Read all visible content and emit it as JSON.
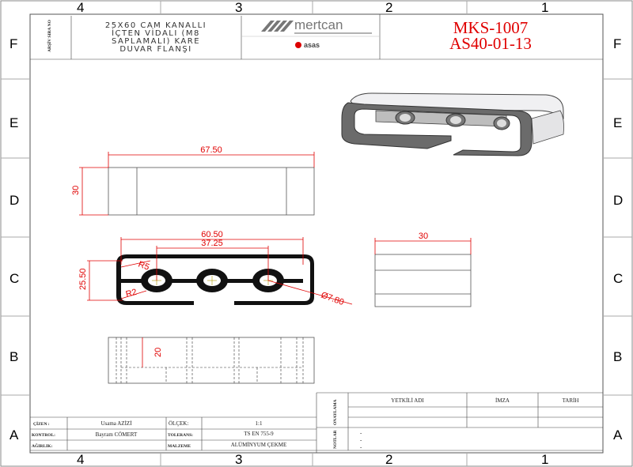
{
  "zones": {
    "columns": [
      "4",
      "3",
      "2",
      "1"
    ],
    "rows": [
      "F",
      "E",
      "D",
      "C",
      "B",
      "A"
    ]
  },
  "header": {
    "archive_label": "ARŞİV SIRA NO",
    "title_lines": [
      "25X60 CAM KANALLI",
      "İÇTEN VİDALI (M8",
      "SAPLAMALI) KARE",
      "DUVAR FLANŞI"
    ],
    "logo_main": "mertcan",
    "logo_secondary": "asas",
    "part_code": "MKS-1007",
    "ref_code": "AS40-01-13"
  },
  "dimensions": {
    "top_width": "67.50",
    "top_height": "30",
    "front_outer": "60.50",
    "front_hole_spacing": "37.25",
    "front_height": "25.50",
    "radius_outer": "R5",
    "radius_inner": "R2",
    "hole_diameter": "Ø7.80",
    "side_width": "30",
    "bottom_depth": "20"
  },
  "title_block": {
    "drawn_label": "ÇİZEN :",
    "drawn_value": "Usama AZİZİ",
    "scale_label": "ÖLÇEK:",
    "scale_value": "1:1",
    "checked_label": "KONTROL:",
    "checked_value": "Bayram CÖMERT",
    "tolerance_label": "TOLERANS:",
    "tolerance_value": "TS EN 755-9",
    "weight_label": "AĞIRLIK:",
    "weight_value": "",
    "material_label": "MALZEME",
    "material_value": "ALÜMİNYUM ÇEKME",
    "approval_label": "ONAYLAMA",
    "notes_label": "NOTLAR",
    "authorized_header": "YETKİLİ ADI",
    "signature_header": "İMZA",
    "date_header": "TARİH",
    "notes": [
      "-",
      "-",
      "-"
    ]
  }
}
